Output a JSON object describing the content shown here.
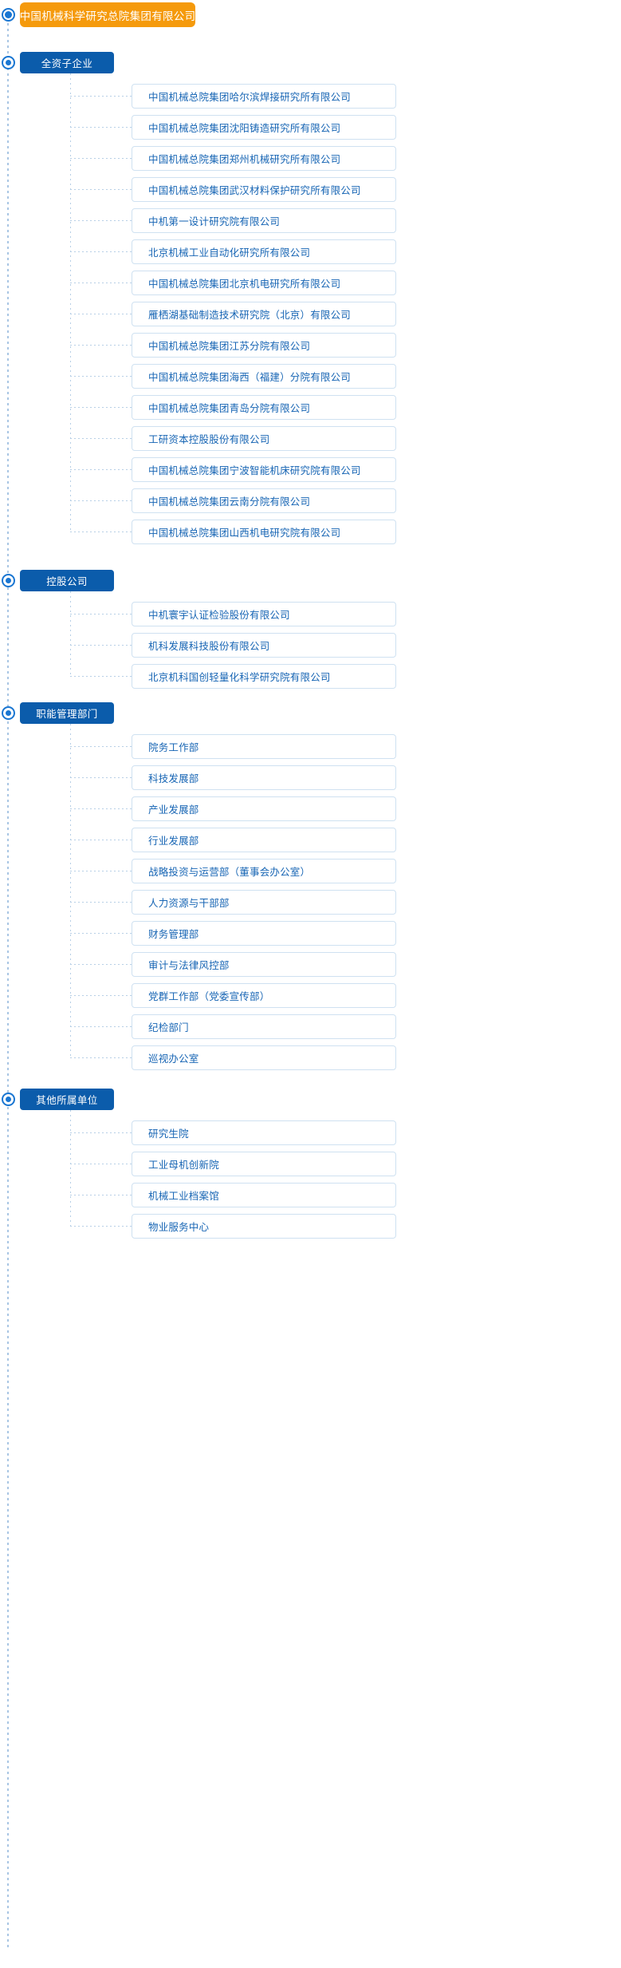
{
  "colors": {
    "root_bg": "#f59a0c",
    "section_bg": "#0b5cab",
    "leaf_text": "#1765b4",
    "leaf_border": "#cfe1f1",
    "dotted_line": "#b7cfe6",
    "marker": "#1976d2"
  },
  "root": {
    "label": "中国机械科学研究总院集团有限公司"
  },
  "sections": [
    {
      "label": "全资子企业",
      "items": [
        {
          "label": "中国机械总院集团哈尔滨焊接研究所有限公司"
        },
        {
          "label": "中国机械总院集团沈阳铸造研究所有限公司"
        },
        {
          "label": "中国机械总院集团郑州机械研究所有限公司"
        },
        {
          "label": "中国机械总院集团武汉材料保护研究所有限公司"
        },
        {
          "label": "中机第一设计研究院有限公司"
        },
        {
          "label": "北京机械工业自动化研究所有限公司"
        },
        {
          "label": "中国机械总院集团北京机电研究所有限公司"
        },
        {
          "label": "雁栖湖基础制造技术研究院（北京）有限公司"
        },
        {
          "label": "中国机械总院集团江苏分院有限公司"
        },
        {
          "label": "中国机械总院集团海西（福建）分院有限公司"
        },
        {
          "label": "中国机械总院集团青岛分院有限公司"
        },
        {
          "label": "工研资本控股股份有限公司"
        },
        {
          "label": "中国机械总院集团宁波智能机床研究院有限公司"
        },
        {
          "label": "中国机械总院集团云南分院有限公司"
        },
        {
          "label": "中国机械总院集团山西机电研究院有限公司"
        }
      ]
    },
    {
      "label": "控股公司",
      "items": [
        {
          "label": "中机寰宇认证检验股份有限公司"
        },
        {
          "label": "机科发展科技股份有限公司"
        },
        {
          "label": "北京机科国创轻量化科学研究院有限公司"
        }
      ]
    },
    {
      "label": "职能管理部门",
      "items": [
        {
          "label": "院务工作部"
        },
        {
          "label": "科技发展部"
        },
        {
          "label": "产业发展部"
        },
        {
          "label": "行业发展部"
        },
        {
          "label": "战略投资与运营部（董事会办公室）"
        },
        {
          "label": "人力资源与干部部"
        },
        {
          "label": "财务管理部"
        },
        {
          "label": "审计与法律风控部"
        },
        {
          "label": "党群工作部（党委宣传部）"
        },
        {
          "label": "纪检部门"
        },
        {
          "label": "巡视办公室"
        }
      ]
    },
    {
      "label": "其他所属单位",
      "items": [
        {
          "label": "研究生院"
        },
        {
          "label": "工业母机创新院"
        },
        {
          "label": "机械工业档案馆"
        },
        {
          "label": "物业服务中心"
        }
      ]
    }
  ]
}
